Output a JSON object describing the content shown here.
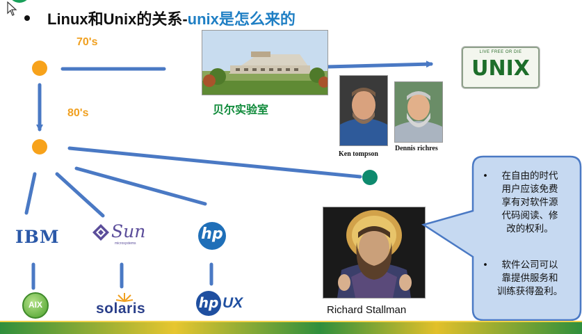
{
  "slide": {
    "title_main": "Linux和Unix的关系-",
    "title_accent": "unix是怎么来的",
    "decades": [
      "70's",
      "80's"
    ],
    "bell_labs_label": "贝尔实验室",
    "unix_plate": {
      "top_text": "LIVE FREE OR DIE",
      "main_text": "UNIX"
    },
    "founders": [
      {
        "name": "Ken tompson"
      },
      {
        "name": "Dennis richres"
      }
    ],
    "vendors": [
      {
        "logo_text": "IBM",
        "os_logo_text": "AIX"
      },
      {
        "logo_text": "Sun",
        "logo_sub": "microsystems",
        "os_logo_text": "solaris"
      },
      {
        "logo_text": "hp",
        "os_logo_text": "UX"
      }
    ],
    "stallman_caption": "Richard  Stallman",
    "callout": {
      "bullets": [
        [
          "在自由的时代",
          "用户应该免费",
          "享有对软件源",
          "代码阅读、修",
          "改的权利。"
        ],
        [
          "软件公司可以",
          "靠提供服务和",
          "训练获得盈利。"
        ]
      ]
    },
    "colors": {
      "node_orange": "#f7a21b",
      "node_green": "#0e8a6e",
      "arrow_blue": "#4a79c4",
      "title_accent": "#1f7fc4",
      "lab_green": "#0f8a3a",
      "callout_fill": "#c6d9f1",
      "callout_stroke": "#4a79c4"
    }
  }
}
